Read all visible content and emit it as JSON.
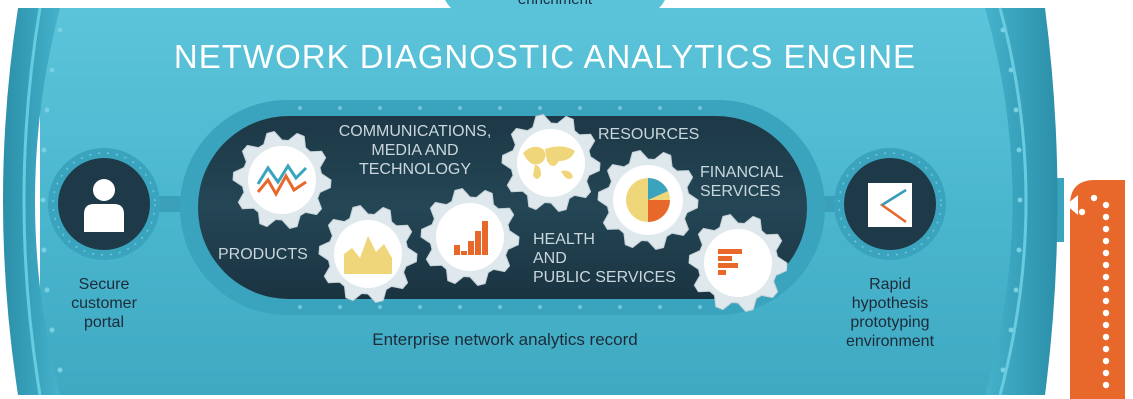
{
  "top_tab": {
    "label": "enrichment"
  },
  "title": "NETWORK DIAGNOSTIC ANALYTICS ENGINE",
  "left_node": {
    "icon": "user-icon",
    "label_lines": [
      "Secure",
      "customer",
      "portal"
    ]
  },
  "right_node": {
    "icon": "chart-slope-icon",
    "label_lines": [
      "Rapid",
      "hypothesis",
      "prototyping",
      "environment"
    ]
  },
  "record_label": "Enterprise network analytics record",
  "sectors": {
    "communications": [
      "COMMUNICATIONS,",
      "MEDIA AND",
      "TECHNOLOGY"
    ],
    "resources": "RESOURCES",
    "financial": [
      "FINANCIAL",
      "SERVICES"
    ],
    "products": "PRODUCTS",
    "health": [
      "HEALTH",
      "AND",
      "PUBLIC SERVICES"
    ]
  },
  "gears": [
    {
      "name": "line-chart-gear-icon"
    },
    {
      "name": "world-map-gear-icon"
    },
    {
      "name": "pie-chart-gear-icon"
    },
    {
      "name": "area-chart-gear-icon"
    },
    {
      "name": "bar-chart-gear-icon"
    },
    {
      "name": "horizontal-bar-gear-icon"
    }
  ],
  "colors": {
    "cylinder": "#4bb7cf",
    "cylinder_dark": "#2b8ea8",
    "capsule": "#1e3a48",
    "accent_orange": "#e8672a",
    "accent_yellow": "#f0d67a"
  }
}
